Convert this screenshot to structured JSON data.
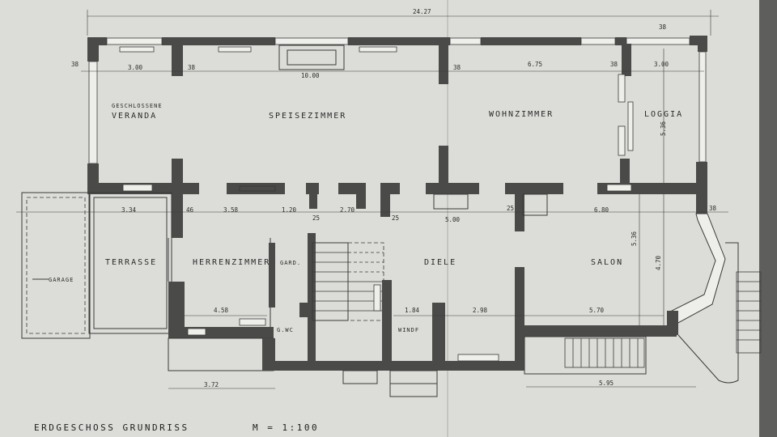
{
  "plan": {
    "title": "ERDGESCHOSS GRUNDRISS",
    "scale": "M = 1:100",
    "rooms": {
      "veranda_line1": "GESCHLOSSENE",
      "veranda_line2": "VERANDA",
      "speisezimmer": "SPEISEZIMMER",
      "wohnzimmer": "WOHNZIMMER",
      "loggia": "LOGGIA",
      "terrasse": "TERRASSE",
      "herrenzimmer": "HERRENZIMMER",
      "garderobe": "GARD.",
      "diele": "DIELE",
      "salon": "SALON",
      "garage": "GARAGE",
      "wc": "G.WC",
      "windfang": "WINDF"
    },
    "dimensions": {
      "overall": "24.27",
      "top_right_38": "38",
      "left_38": "38",
      "veranda_w": "3.00",
      "post_38a": "38",
      "speise_w": "10.00",
      "post_38b": "38",
      "wohn_w": "6.75",
      "post_38c": "38",
      "loggia_w": "3.00",
      "loggia_h": "5.36",
      "terrasse_w": "3.34",
      "wall_46": "46",
      "herren_w": "3.58",
      "gard_w": "1.20",
      "post_25a": "25",
      "wc_w": "2.70",
      "post_25b": "25",
      "diele_w": "5.00",
      "post_25c": "25",
      "salon_w": "6.80",
      "right_38": "38",
      "salon_h1": "5.36",
      "salon_h2": "4.70",
      "herren_d": "4.58",
      "windf_w": "1.84",
      "diele_d": "2.98",
      "salon_d": "5.70",
      "bottom_left": "3.72",
      "bottom_right": "5.95"
    }
  }
}
